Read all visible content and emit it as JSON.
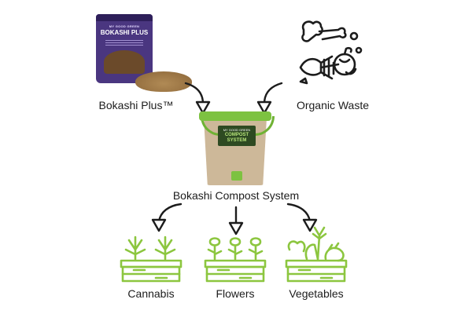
{
  "nodes": {
    "bokashi_plus": {
      "label": "Bokashi Plus™"
    },
    "organic_waste": {
      "label": "Organic Waste"
    },
    "compost_system": {
      "label": "Bokashi Compost System"
    },
    "cannabis": {
      "label": "Cannabis"
    },
    "flowers": {
      "label": "Flowers"
    },
    "vegetables": {
      "label": "Vegetables"
    }
  },
  "product_bag": {
    "brand": "MY GOOD GREEN",
    "title": "BOKASHI PLUS"
  },
  "bucket": {
    "brand": "MY GOOD GREEN",
    "title": "COMPOST SYSTEM"
  },
  "colors": {
    "bag_purple": "#4a3680",
    "lid_green": "#7dc241",
    "bucket_tan": "#cdb899",
    "icon_green": "#8cc63f",
    "line_black": "#1c1c1c"
  }
}
